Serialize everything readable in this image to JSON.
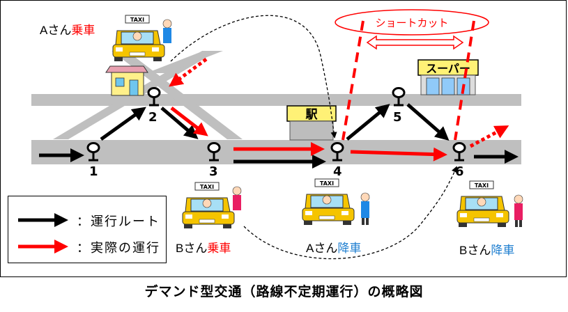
{
  "caption": "デマンド型交通（路線不定期運行）の概略図",
  "stops": [
    {
      "id": "stop-1",
      "label": "1"
    },
    {
      "id": "stop-2",
      "label": "2"
    },
    {
      "id": "stop-3",
      "label": "3"
    },
    {
      "id": "stop-4",
      "label": "4"
    },
    {
      "id": "stop-5",
      "label": "5"
    },
    {
      "id": "stop-6",
      "label": "6"
    }
  ],
  "buildings": {
    "station": "駅",
    "supermarket": "スーパー"
  },
  "shortcut_label": "ショートカット",
  "taxi_sign": "TAXI",
  "events": {
    "a_board": {
      "name": "Aさん",
      "action": "乗車"
    },
    "b_board": {
      "name": "Bさん",
      "action": "乗車"
    },
    "a_alight": {
      "name": "Aさん",
      "action": "降車"
    },
    "b_alight": {
      "name": "Bさん",
      "action": "降車"
    }
  },
  "legend": {
    "route": "：運行ルート",
    "actual": "：実際の運行"
  },
  "colors": {
    "road": "#bfbfbf",
    "route_arrow": "#000000",
    "actual_arrow": "#ff0000",
    "board_text": "#ff0000",
    "alight_text": "#1f7fd0",
    "taxi_body": "#f5c400"
  }
}
